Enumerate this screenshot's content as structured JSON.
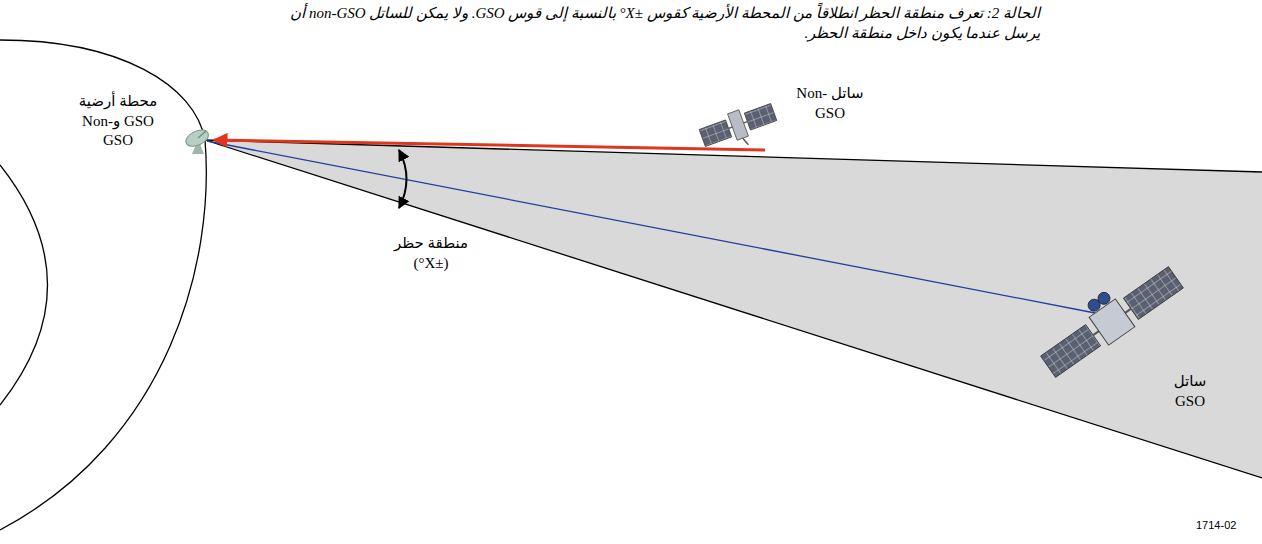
{
  "diagram": {
    "title": "الحالة 2: تعرف منطقة الحظر انطلاقاً من المحطة الأرضية كقوس ±X° بالنسبة إلى قوس GSO. ولا يمكن للساتل non-GSO أن يرسل عندما يكون داخل منطقة الحظر.",
    "labels": [
      "محطة أرضية GSO وNon-GSO",
      "ساتل Non-GSO",
      "منطقة حظر (±X°)",
      "ساتل GSO",
      "1714-02"
    ]
  }
}
